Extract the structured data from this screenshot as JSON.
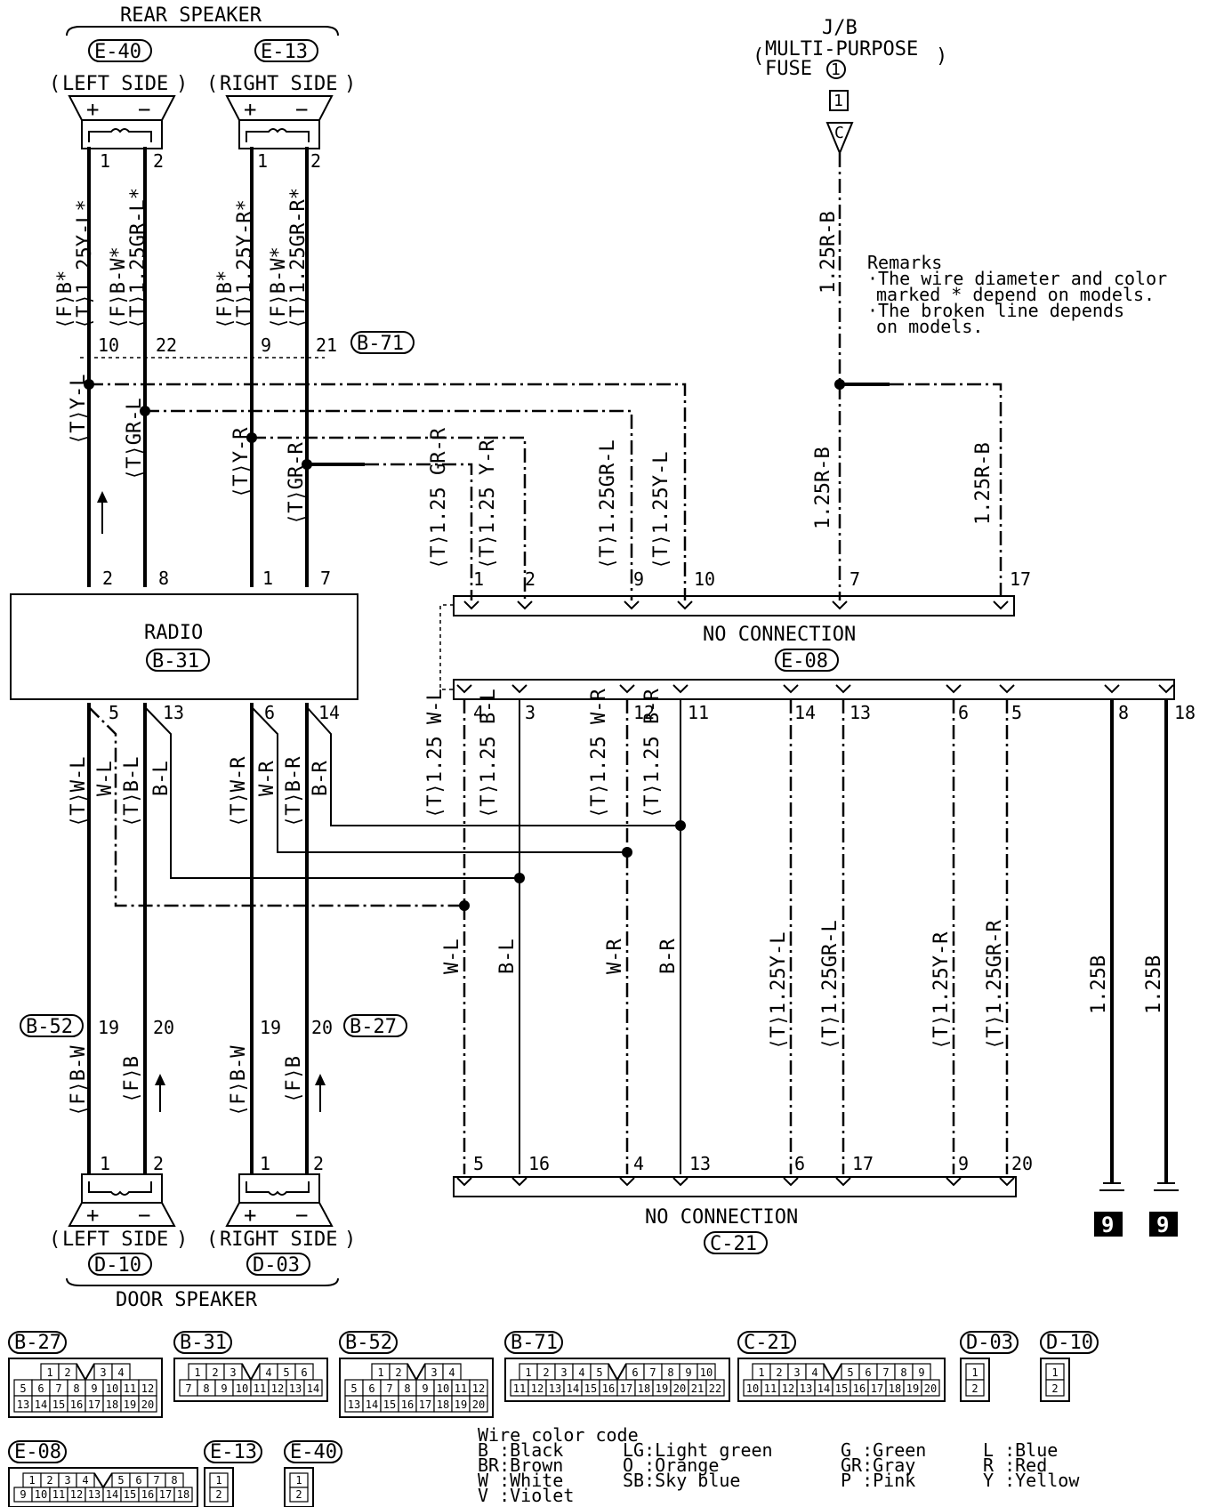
{
  "top": {
    "rear_speaker": "REAR SPEAKER",
    "jb_title": "J/B",
    "jb_sub1": "MULTI-PURPOSE",
    "jb_sub2": "FUSE",
    "jb_fuse_no": "1",
    "jb_conn_no": "1",
    "jb_c": "C"
  },
  "speakers": {
    "e40": {
      "id": "E-40",
      "side": "LEFT SIDE",
      "pin1": "1",
      "pin2": "2"
    },
    "e13": {
      "id": "E-13",
      "side": "RIGHT SIDE",
      "pin1": "1",
      "pin2": "2"
    },
    "d10": {
      "id": "D-10",
      "side": "LEFT SIDE",
      "pin1": "1",
      "pin2": "2"
    },
    "d03": {
      "id": "D-03",
      "side": "RIGHT SIDE",
      "pin1": "1",
      "pin2": "2"
    },
    "door_speaker": "DOOR SPEAKER",
    "plus": "+",
    "minus": "−"
  },
  "upper_wires": {
    "w1": "⟨F⟩B*",
    "w1b": "⟨T⟩1.25Y-L*",
    "w2": "⟨F⟩B-W*",
    "w2b": "⟨T⟩1.25GR-L*",
    "w3": "⟨F⟩B*",
    "w3b": "⟨T⟩1.25Y-R*",
    "w4": "⟨F⟩B-W*",
    "w4b": "⟨T⟩1.25GR-R*",
    "b71_pins": [
      "10",
      "22",
      "9",
      "21"
    ],
    "b71": "B-71",
    "tyl": "⟨T⟩Y-L",
    "tgrl": "⟨T⟩GR-L",
    "tyr": "⟨T⟩Y-R",
    "tgrr": "⟨T⟩GR-R",
    "radio_top_pins": [
      "2",
      "8",
      "1",
      "7"
    ]
  },
  "fuse_wire": "1.25R-B",
  "remarks": {
    "title": "Remarks",
    "l1": "·The wire diameter and color",
    "l2": "marked * depend on models.",
    "l3": "·The broken line depends",
    "l4": "on models."
  },
  "radio": {
    "label": "RADIO",
    "id": "B-31",
    "bottom_pins": [
      "5",
      "13",
      "6",
      "14"
    ]
  },
  "e08": {
    "top_label": "NO CONNECTION",
    "id": "E-08",
    "top_pins": [
      "1",
      "2",
      "9",
      "10",
      "7",
      "17"
    ],
    "bottom_pins": [
      "4",
      "3",
      "12",
      "11",
      "14",
      "13",
      "6",
      "5",
      "8",
      "18"
    ],
    "top_wires": [
      "⟨T⟩1.25 GR-R",
      "⟨T⟩1.25 Y-R",
      "⟨T⟩1.25GR-L",
      "⟨T⟩1.25Y-L",
      "1.25R-B",
      "1.25R-B"
    ]
  },
  "mid_wires": {
    "twl": "⟨T⟩W-L",
    "wl": "W-L",
    "tbl": "⟨T⟩B-L",
    "bl": "B-L",
    "twr": "⟨T⟩W-R",
    "wr": "W-R",
    "tbr": "⟨T⟩B-R",
    "br": "B-R",
    "e08_w1": "⟨T⟩1.25 W-L",
    "e08_w2": "⟨T⟩1.25 B-L",
    "e08_w3": "⟨T⟩1.25 W-R",
    "e08_w4": "⟨T⟩1.25 B-R"
  },
  "low_wires": {
    "wl": "W-L",
    "bl": "B-L",
    "wr": "W-R",
    "br": "B-R",
    "y1": "⟨T⟩1.25Y-L",
    "g1": "⟨T⟩1.25GR-L",
    "y2": "⟨T⟩1.25Y-R",
    "g2": "⟨T⟩1.25GR-R",
    "b1": "1.25B",
    "b2": "1.25B",
    "b52": "B-52",
    "b27": "B-27",
    "b52_pins": [
      "19",
      "20"
    ],
    "b27_pins": [
      "19",
      "20"
    ],
    "fbw1": "⟨F⟩B-W",
    "fb1": "⟨F⟩B",
    "fbw2": "⟨F⟩B-W",
    "fb2": "⟨F⟩B"
  },
  "c21": {
    "label": "NO CONNECTION",
    "id": "C-21",
    "pins": [
      "5",
      "16",
      "4",
      "13",
      "6",
      "17",
      "9",
      "20"
    ],
    "ground": "9"
  },
  "connectors": {
    "b27": {
      "id": "B-27",
      "row1": [
        "1",
        "2",
        "",
        "3",
        "4"
      ],
      "row2": [
        "5",
        "6",
        "7",
        "8",
        "9",
        "10",
        "11",
        "12"
      ],
      "row3": [
        "13",
        "14",
        "15",
        "16",
        "17",
        "18",
        "19",
        "20"
      ]
    },
    "b31": {
      "id": "B-31",
      "row1": [
        "1",
        "2",
        "3",
        "",
        "4",
        "5",
        "6"
      ],
      "row2": [
        "7",
        "8",
        "9",
        "10",
        "11",
        "12",
        "13",
        "14"
      ]
    },
    "b52": {
      "id": "B-52",
      "row1": [
        "1",
        "2",
        "",
        "3",
        "4"
      ],
      "row2": [
        "5",
        "6",
        "7",
        "8",
        "9",
        "10",
        "11",
        "12"
      ],
      "row3": [
        "13",
        "14",
        "15",
        "16",
        "17",
        "18",
        "19",
        "20"
      ]
    },
    "b71": {
      "id": "B-71",
      "row1": [
        "1",
        "2",
        "3",
        "4",
        "5",
        "",
        "6",
        "7",
        "8",
        "9",
        "10"
      ],
      "row2": [
        "11",
        "12",
        "13",
        "14",
        "15",
        "16",
        "17",
        "18",
        "19",
        "20",
        "21",
        "22"
      ]
    },
    "c21": {
      "id": "C-21",
      "row1": [
        "1",
        "2",
        "3",
        "4",
        "",
        "5",
        "6",
        "7",
        "8",
        "9"
      ],
      "row2": [
        "10",
        "11",
        "12",
        "13",
        "14",
        "15",
        "16",
        "17",
        "18",
        "19",
        "20"
      ]
    },
    "d03": {
      "id": "D-03",
      "row1": [
        "1"
      ],
      "row2": [
        "2"
      ]
    },
    "d10": {
      "id": "D-10",
      "row1": [
        "1"
      ],
      "row2": [
        "2"
      ]
    },
    "e08": {
      "id": "E-08",
      "row1": [
        "1",
        "2",
        "3",
        "4",
        "",
        "5",
        "6",
        "7",
        "8"
      ],
      "row2": [
        "9",
        "10",
        "11",
        "12",
        "13",
        "14",
        "15",
        "16",
        "17",
        "18"
      ]
    },
    "e13": {
      "id": "E-13",
      "row1": [
        "1"
      ],
      "row2": [
        "2"
      ]
    },
    "e40": {
      "id": "E-40",
      "row1": [
        "1"
      ],
      "row2": [
        "2"
      ]
    }
  },
  "color_code": {
    "title": "Wire color code",
    "items": [
      "B :Black",
      "BR:Brown",
      "W :White",
      "V :Violet",
      "LG:Light green",
      "O :Orange",
      "SB:Sky blue",
      "G :Green",
      "GR:Gray",
      "P :Pink",
      "L :Blue",
      "R :Red",
      "Y :Yellow"
    ]
  }
}
